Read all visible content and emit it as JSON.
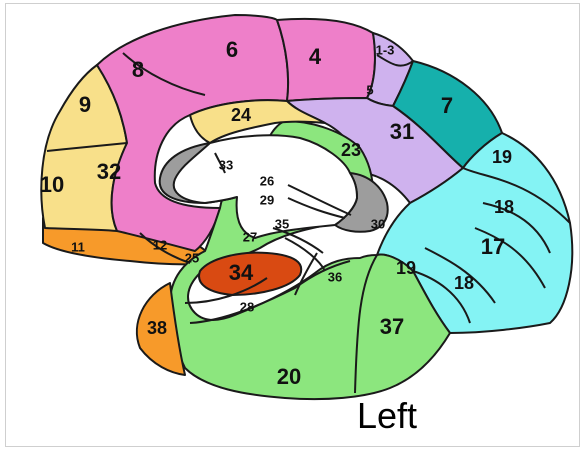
{
  "colors": {
    "outline": "#1a1a1a",
    "pink": "#ee7fc9",
    "yellow": "#f8e08a",
    "orange": "#f79a2a",
    "dark_orange": "#d94a12",
    "green": "#8ce67e",
    "lavender": "#cfb2ee",
    "teal": "#16b0ac",
    "cyan": "#84f3f4",
    "gray": "#9d9d9d"
  },
  "areas": {
    "a1_3": "1-3",
    "a4": "4",
    "a5": "5",
    "a6": "6",
    "a7": "7",
    "a8": "8",
    "a9": "9",
    "a10": "10",
    "a11": "11",
    "a12": "12",
    "a17": "17",
    "a18_top": "18",
    "a18_bottom": "18",
    "a19_top": "19",
    "a19_bottom": "19",
    "a20": "20",
    "a23": "23",
    "a24": "24",
    "a25": "25",
    "a26": "26",
    "a27": "27",
    "a28": "28",
    "a29": "29",
    "a30": "30",
    "a31": "31",
    "a32": "32",
    "a33": "33",
    "a34": "34",
    "a35": "35",
    "a36": "36",
    "a37": "37",
    "a38": "38"
  },
  "caption": "Left"
}
